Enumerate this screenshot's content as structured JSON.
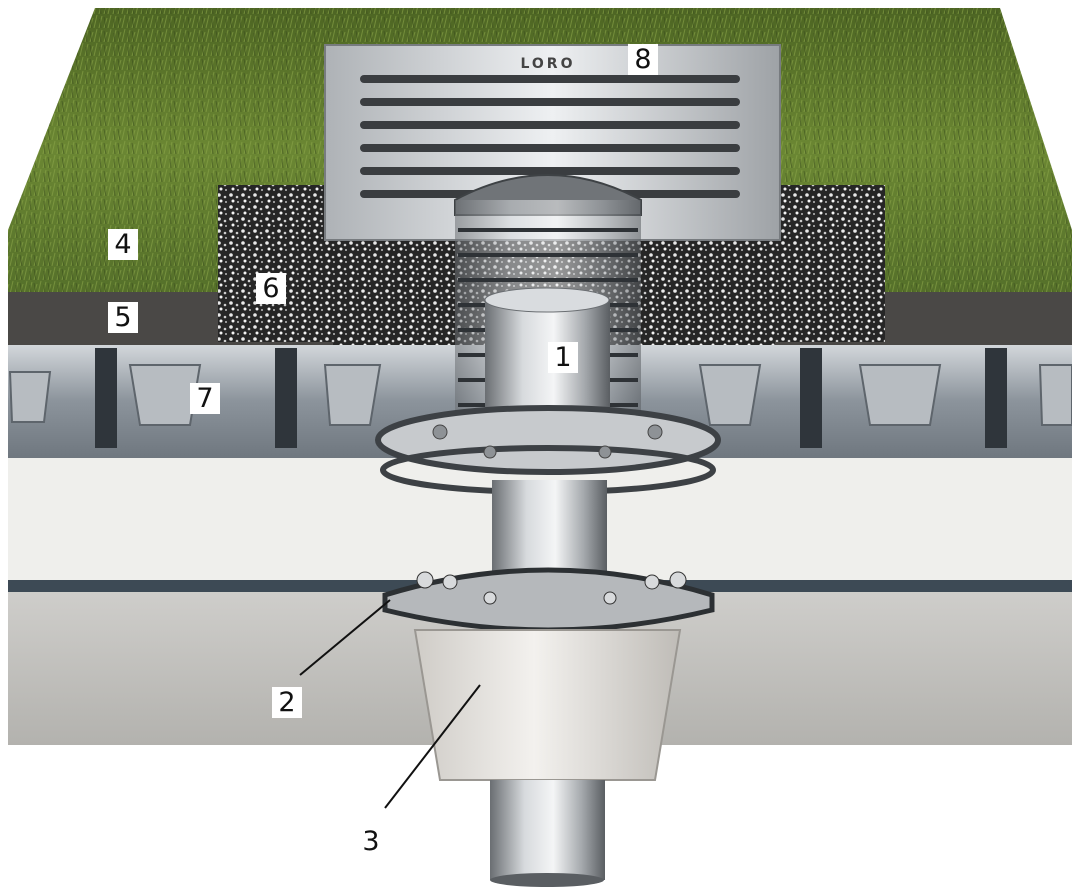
{
  "figure": {
    "brand_mark": "LORO",
    "callouts": [
      {
        "id": "1",
        "label": "1",
        "boxed": true
      },
      {
        "id": "2",
        "label": "2",
        "boxed": true
      },
      {
        "id": "3",
        "label": "3",
        "boxed": false
      },
      {
        "id": "4",
        "label": "4",
        "boxed": true
      },
      {
        "id": "5",
        "label": "5",
        "boxed": true
      },
      {
        "id": "6",
        "label": "6",
        "boxed": true
      },
      {
        "id": "7",
        "label": "7",
        "boxed": true
      },
      {
        "id": "8",
        "label": "8",
        "boxed": true
      }
    ]
  },
  "colors": {
    "grass": "#5f7a2c",
    "grass_dark": "#3f5420",
    "membrane": "#4a4846",
    "gravel": "#2b2b2b",
    "drainage_board": "#8c949c",
    "insulation": "#eeeeea",
    "concrete": "#bdbcb8",
    "steel": "#b9bcbf",
    "steel_dark": "#5a5e62",
    "sleeve": "#dedcd8"
  }
}
